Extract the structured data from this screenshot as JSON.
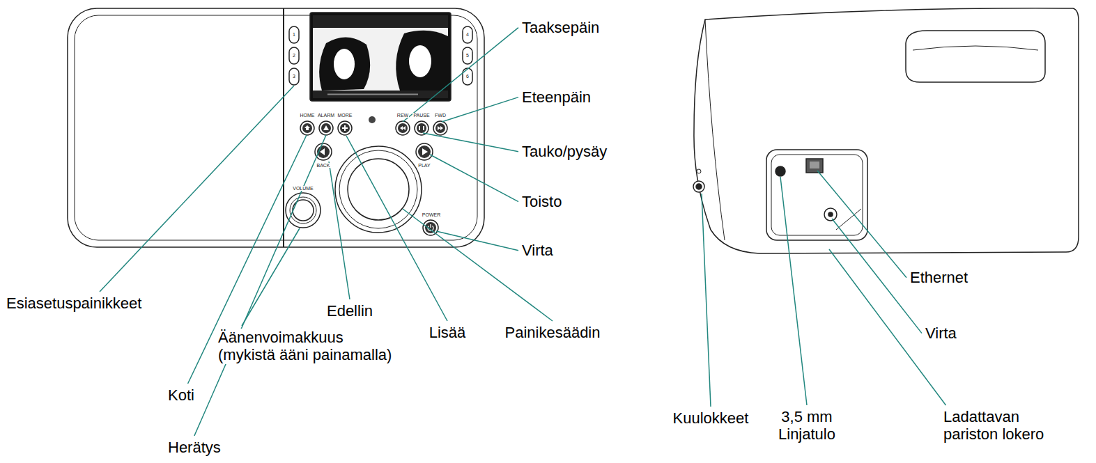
{
  "diagram": {
    "labels": [
      "Taaksepäin",
      "Eteenpäin",
      "Tauko/pysäy",
      "Toisto",
      "Virta",
      "Esiasetuspainikkeet",
      "Koti",
      "Herätys",
      "Äänenvoimakkuus (mykistä ääni painamalla)",
      "Edellin",
      "Lisää",
      "Painikesäädin",
      "Kuulokkeet",
      "3,5 mm Linjatulo",
      "Virta",
      "Ethernet",
      "Ladattavan pariston lokero",
      "1",
      "2",
      "3",
      "4",
      "5",
      "6",
      "HOME",
      "ALARM",
      "MORE",
      "REW",
      "PAUSE",
      "FWD",
      "BACK",
      "PLAY",
      "VOLUME",
      "POWER"
    ]
  }
}
